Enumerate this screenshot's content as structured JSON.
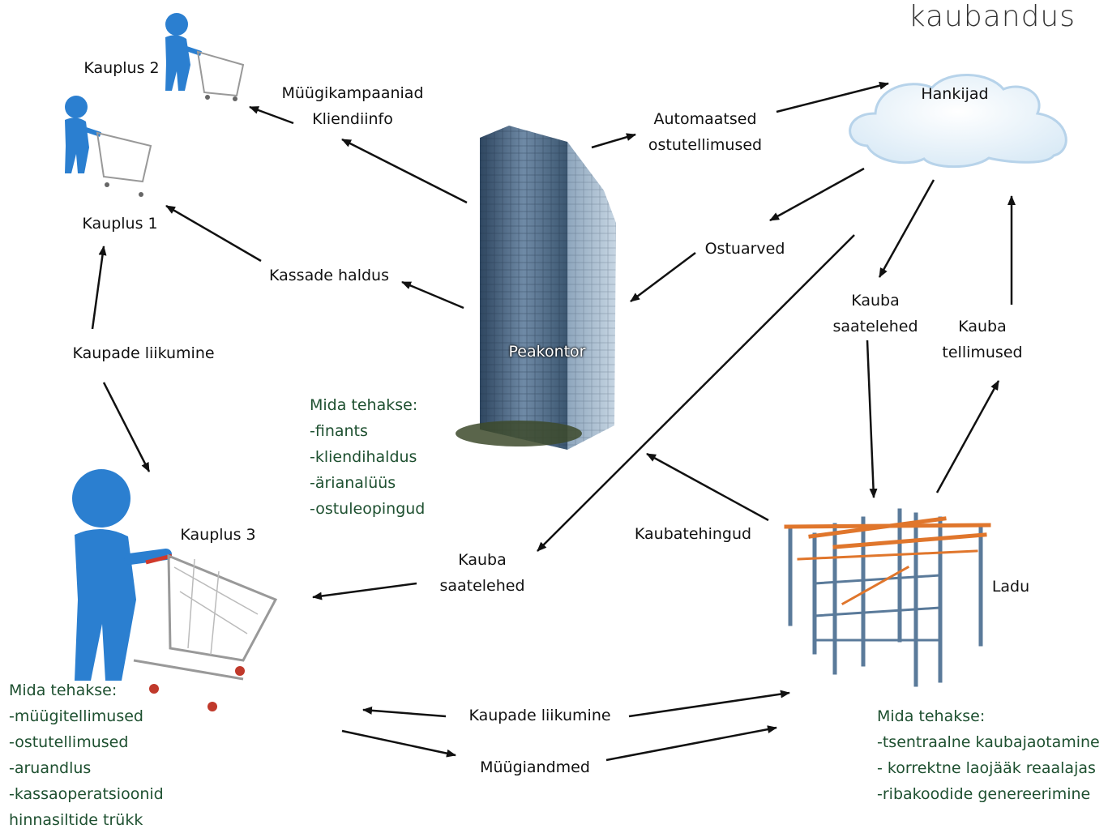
{
  "brand": "kaubandus",
  "nodes": {
    "store2": "Kauplus 2",
    "store1": "Kauplus 1",
    "store3": "Kauplus 3",
    "hq": "Peakontor",
    "suppliers": "Hankijad",
    "warehouse": "Ladu"
  },
  "edges": {
    "campaigns_1": "Müügikampaaniad",
    "campaigns_2": "Kliendiinfo",
    "cash_mgmt": "Kassade haldus",
    "goods_move_left": "Kaupade liikumine",
    "auto_po_1": "Automaatsed",
    "auto_po_2": "ostutellimused",
    "invoices": "Ostuarved",
    "supplier_dn_1": "Kauba",
    "supplier_dn_2": "saatelehed",
    "goods_orders_1": "Kauba",
    "goods_orders_2": "tellimused",
    "transactions": "Kaubatehingud",
    "store_dn_1": "Kauba",
    "store_dn_2": "saatelehed",
    "goods_move_bottom": "Kaupade liikumine",
    "sales_data": "Müügiandmed"
  },
  "notes": {
    "hq": {
      "title": "Mida tehakse:",
      "items": [
        "-finants",
        "-kliendihaldus",
        "-ärianalüüs",
        "-ostuleopingud"
      ]
    },
    "store3": {
      "title": "Mida tehakse:",
      "items": [
        "-müügitellimused",
        "-ostutellimused",
        "-aruandlus",
        "-kassaoperatsioonid",
        "hinnasiltide trükk"
      ]
    },
    "warehouse": {
      "title": "Mida tehakse:",
      "items": [
        "-tsentraalne kaubajaotamine",
        "- korrektne laojääk reaalajas",
        "-ribakoodide genereerimine"
      ]
    }
  },
  "colors": {
    "arrow": "#111111",
    "note_text": "#1e5030",
    "figure_blue": "#2b7fd0",
    "rack_orange": "#e0762c",
    "rack_blue": "#5a7a9a"
  }
}
